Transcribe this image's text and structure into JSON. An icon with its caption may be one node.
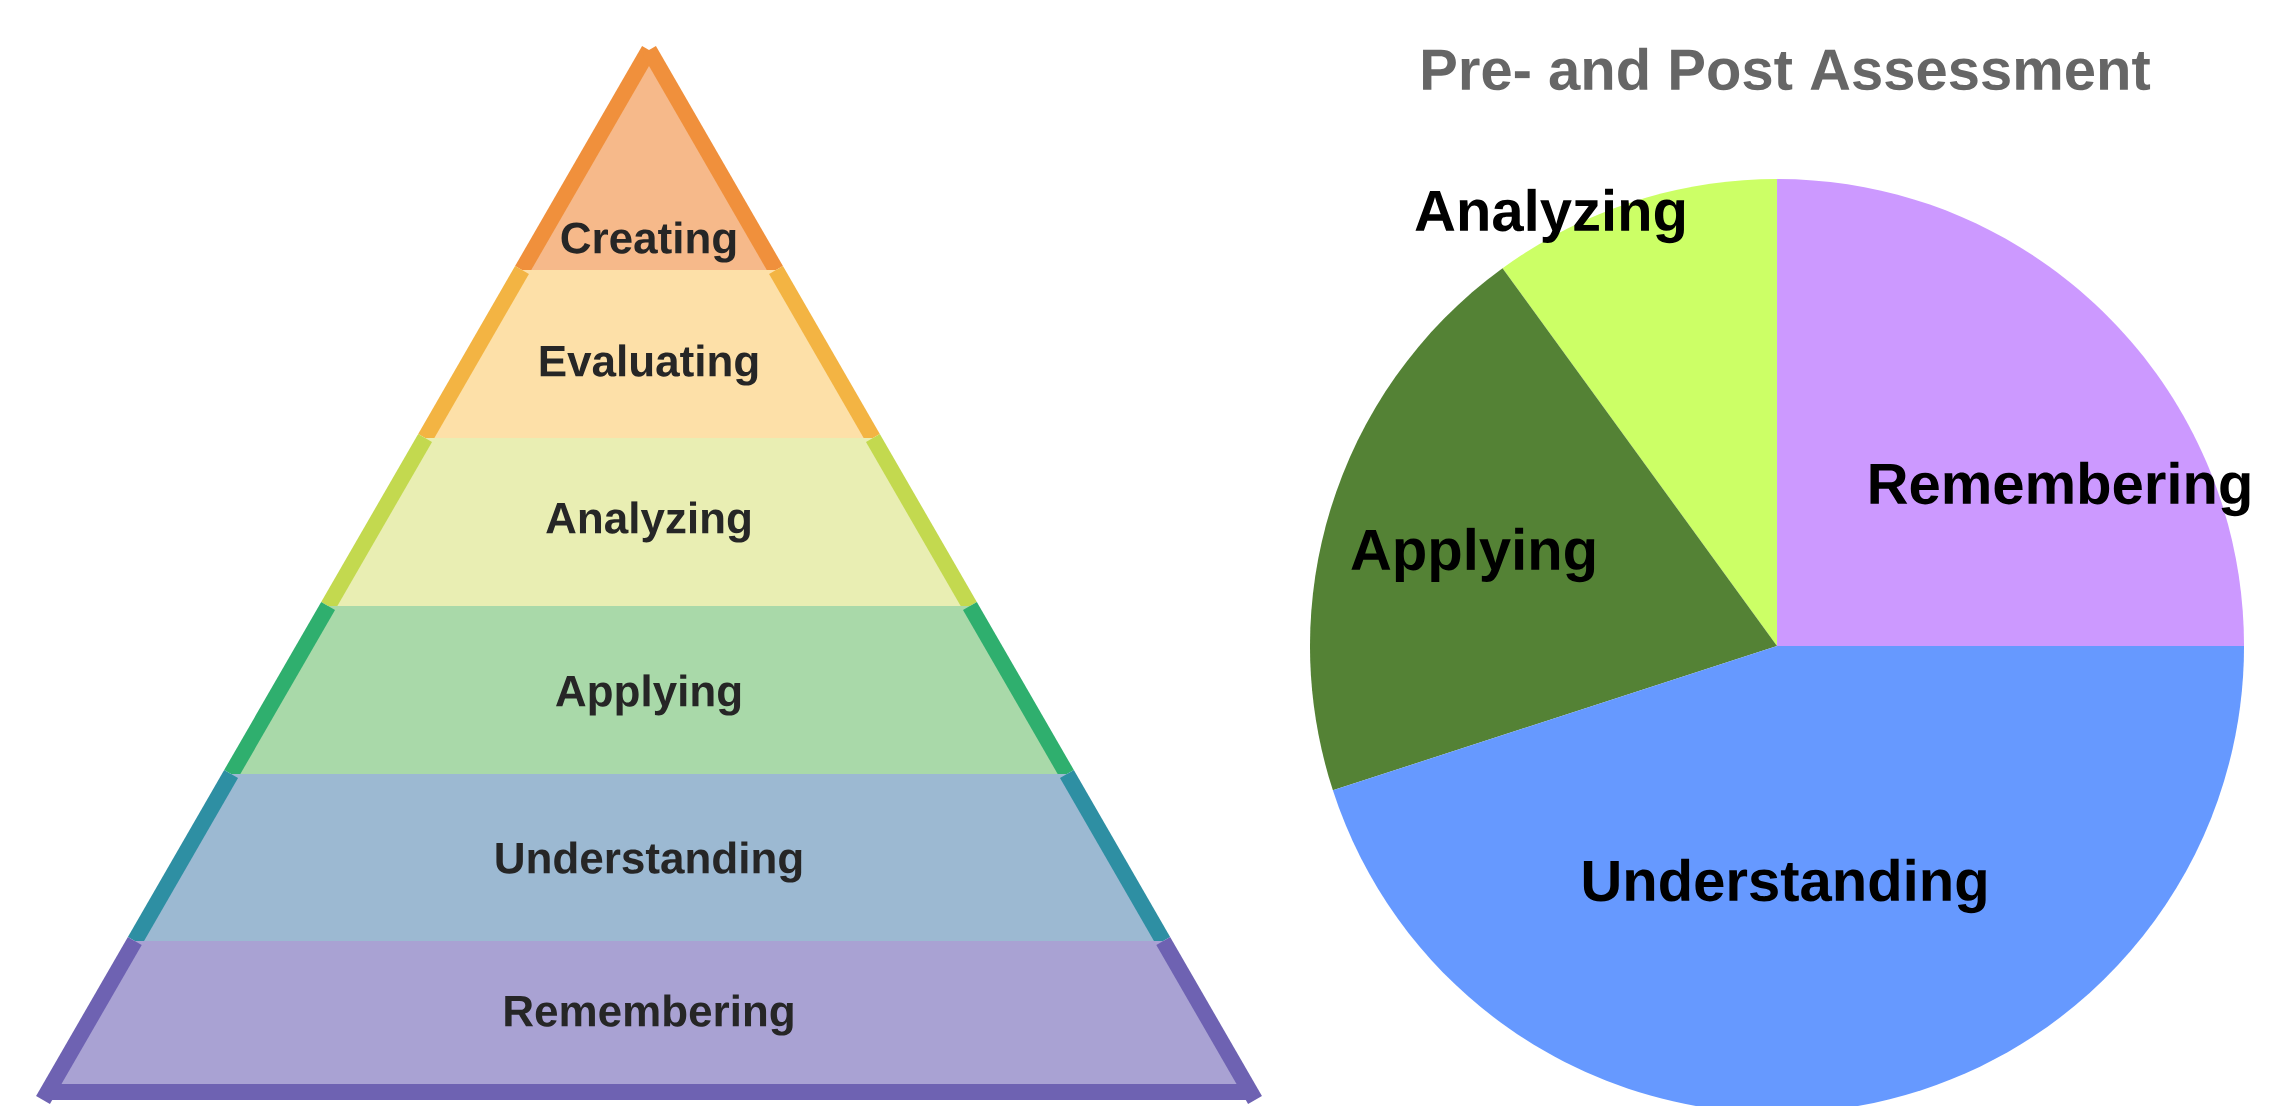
{
  "diagram": {
    "title": "Pre- and Post Assessment",
    "nodes": [
      {
        "text": [
          "Creating"
        ]
      },
      {
        "text": [
          "Evaluating"
        ]
      },
      {
        "text": [
          "Analyzing"
        ]
      },
      {
        "text": [
          "Applying"
        ]
      },
      {
        "text": [
          "Understanding"
        ]
      },
      {
        "text": [
          "Remembering"
        ]
      },
      {
        "text": [
          "Analyzing"
        ]
      },
      {
        "text": [
          "Remembering"
        ]
      },
      {
        "text": [
          "Applying"
        ]
      },
      {
        "text": [
          "Understanding"
        ]
      }
    ]
  }
}
